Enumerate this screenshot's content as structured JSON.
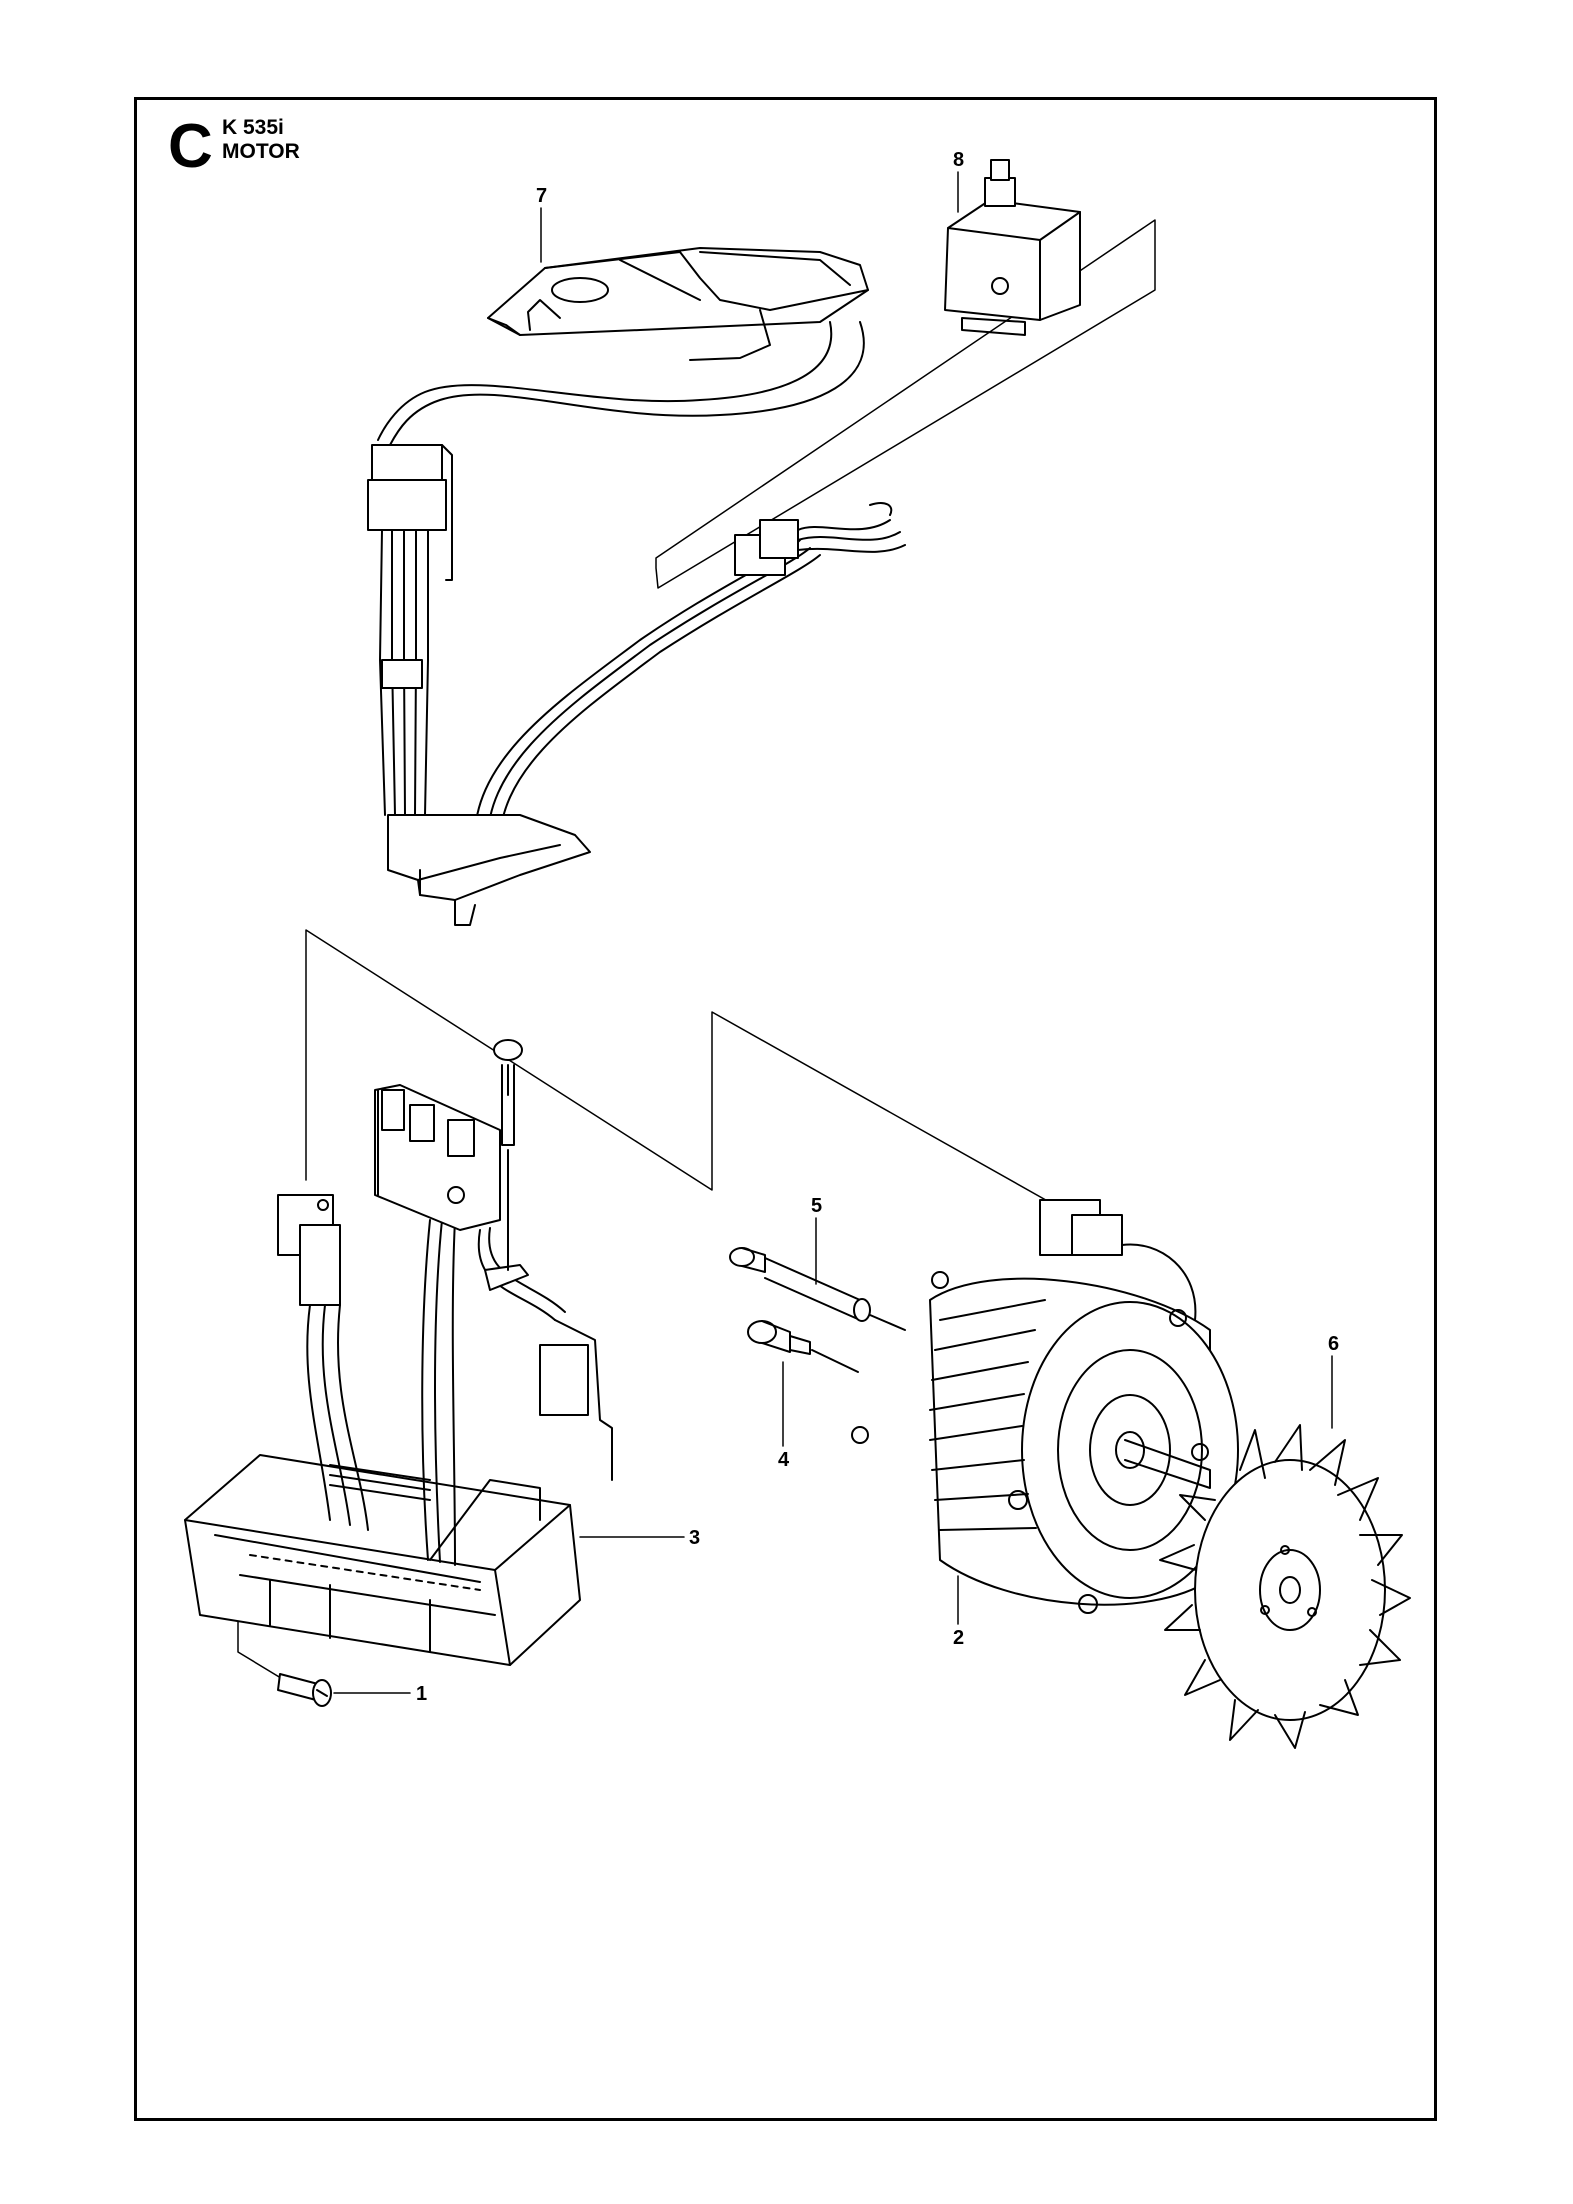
{
  "header": {
    "section_letter": "C",
    "model": "K 535i",
    "title": "MOTOR"
  },
  "callouts": [
    {
      "id": "1",
      "label": "1"
    },
    {
      "id": "2",
      "label": "2"
    },
    {
      "id": "3",
      "label": "3"
    },
    {
      "id": "4",
      "label": "4"
    },
    {
      "id": "5",
      "label": "5"
    },
    {
      "id": "6",
      "label": "6"
    },
    {
      "id": "7",
      "label": "7"
    },
    {
      "id": "8",
      "label": "8"
    }
  ]
}
